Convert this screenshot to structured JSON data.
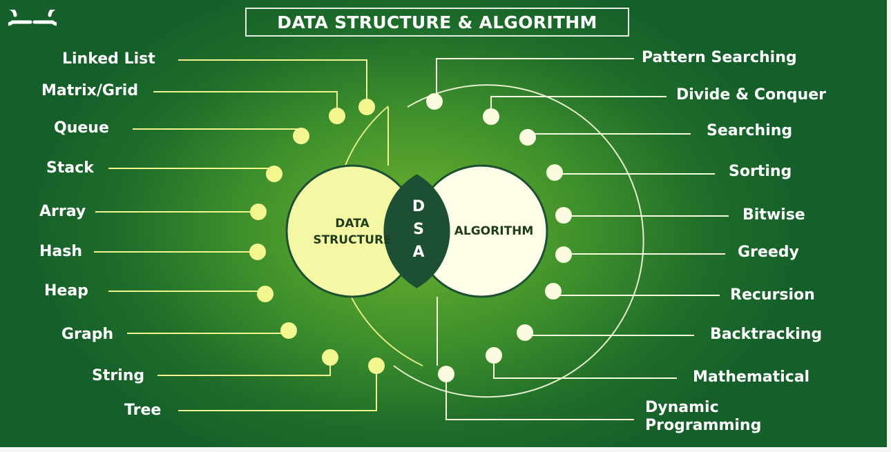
{
  "title": "DATA STRUCTURE & ALGORITHM",
  "logo": {
    "icon": "gfg-logo-icon"
  },
  "venn": {
    "left_label_line1": "DATA",
    "left_label_line2": "STRUCTURE",
    "right_label": "ALGORITHM",
    "center_letters": [
      "D",
      "S",
      "A"
    ],
    "colors": {
      "left_fill": "#f4f7a4",
      "right_fill": "#fdfde8",
      "overlap_fill": "#1d4f35"
    }
  },
  "data_structures": [
    "Linked List",
    "Matrix/Grid",
    "Queue",
    "Stack",
    "Array",
    "Hash",
    "Heap",
    "Graph",
    "String",
    "Tree"
  ],
  "algorithms": [
    "Pattern Searching",
    "Divide & Conquer",
    "Searching",
    "Sorting",
    "Bitwise",
    "Greedy",
    "Recursion",
    "Backtracking",
    "Mathematical",
    "Dynamic Programming"
  ],
  "colors": {
    "ds_accent": "#f3f58f",
    "algo_accent": "#fbfbe0"
  }
}
